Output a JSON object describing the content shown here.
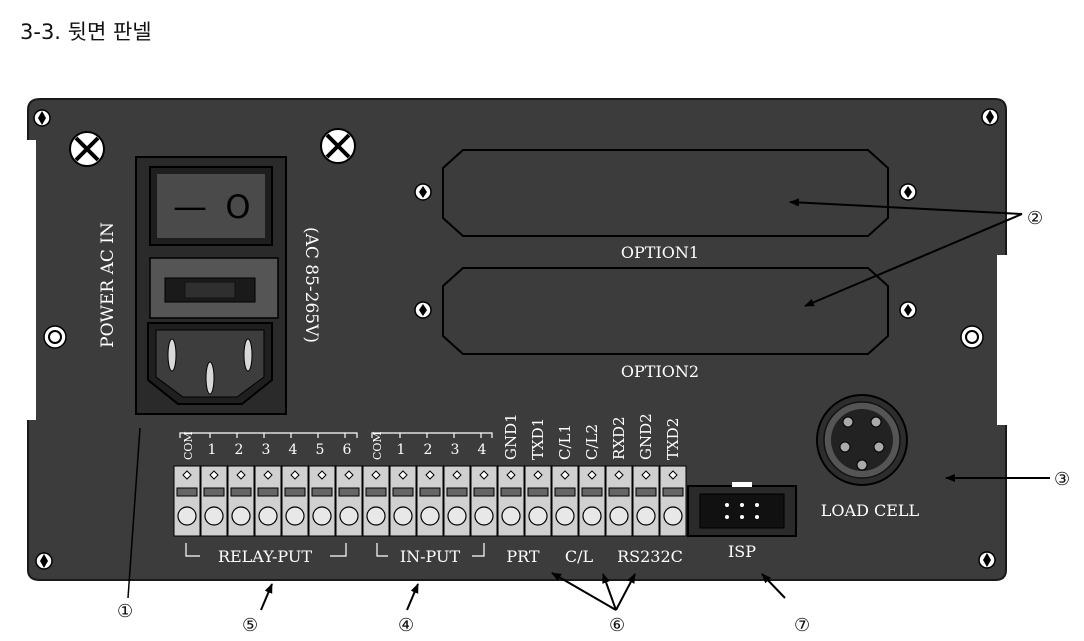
{
  "section_title": "3-3. 뒷면 판넬",
  "panel": {
    "power_label": "POWER AC IN",
    "voltage_label": "(AC 85-265V)",
    "option1_label": "OPTION1",
    "option2_label": "OPTION2",
    "load_cell_label": "LOAD CELL",
    "relay_put_label": "RELAY-PUT",
    "in_put_label": "IN-PUT",
    "prt_label": "PRT",
    "cl_label": "C/L",
    "rs232c_label": "RS232C",
    "isp_label": "ISP",
    "switch_off_symbol": "O",
    "switch_on_symbol": "—"
  },
  "terminals": [
    {
      "label": "COM"
    },
    {
      "label": "1"
    },
    {
      "label": "2"
    },
    {
      "label": "3"
    },
    {
      "label": "4"
    },
    {
      "label": "5"
    },
    {
      "label": "6"
    },
    {
      "label": "COM"
    },
    {
      "label": "1"
    },
    {
      "label": "2"
    },
    {
      "label": "3"
    },
    {
      "label": "4"
    },
    {
      "label": "GND1"
    },
    {
      "label": "TXD1"
    },
    {
      "label": "C/L1"
    },
    {
      "label": "C/L2"
    },
    {
      "label": "RXD2"
    },
    {
      "label": "GND2"
    },
    {
      "label": "TXD2"
    }
  ],
  "callouts": {
    "c1": "①",
    "c2": "②",
    "c3": "③",
    "c4": "④",
    "c5": "⑤",
    "c6": "⑥",
    "c7": "⑦"
  },
  "colors": {
    "panel": "#3c3c3c",
    "panel_edge": "#1a1a1a",
    "label": "#ffffff",
    "switch": "#333333",
    "terminal": "#d0d0d0"
  }
}
